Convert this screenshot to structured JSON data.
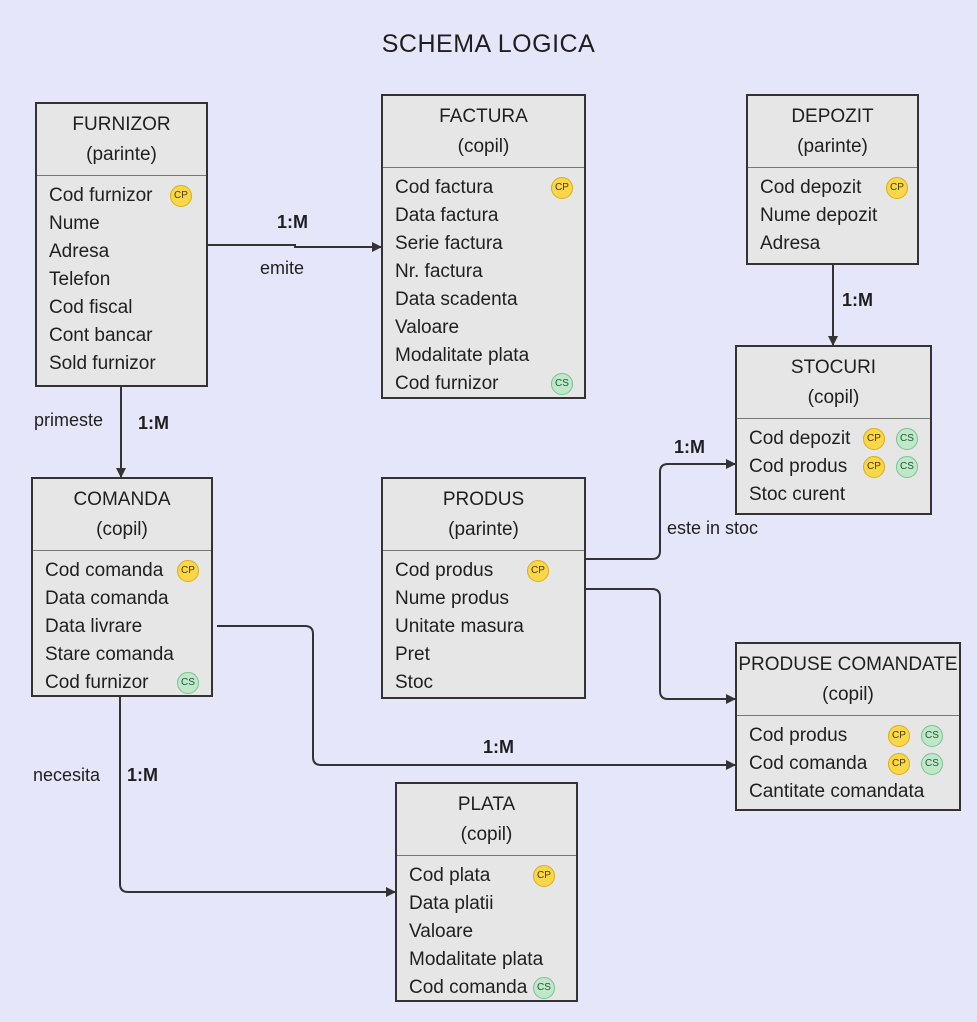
{
  "title": "SCHEMA LOGICA",
  "colors": {
    "background": "#e6e6fa",
    "entity_fill": "#e6e6e6",
    "primary_key": "#fad648",
    "foreign_key": "#bfe8c9"
  },
  "entities": {
    "furnizor": {
      "name": "FURNIZOR",
      "role": "(parinte)",
      "attrs": [
        {
          "name": "Cod furnizor",
          "keys": [
            "CP"
          ]
        },
        {
          "name": "Nume",
          "keys": []
        },
        {
          "name": "Adresa",
          "keys": []
        },
        {
          "name": "Telefon",
          "keys": []
        },
        {
          "name": "Cod fiscal",
          "keys": []
        },
        {
          "name": "Cont bancar",
          "keys": []
        },
        {
          "name": "Sold furnizor",
          "keys": []
        }
      ]
    },
    "factura": {
      "name": "FACTURA",
      "role": "(copil)",
      "attrs": [
        {
          "name": "Cod factura",
          "keys": [
            "CP"
          ]
        },
        {
          "name": "Data factura",
          "keys": []
        },
        {
          "name": "Serie factura",
          "keys": []
        },
        {
          "name": "Nr. factura",
          "keys": []
        },
        {
          "name": "Data scadenta",
          "keys": []
        },
        {
          "name": "Valoare",
          "keys": []
        },
        {
          "name": "Modalitate plata",
          "keys": []
        },
        {
          "name": "Cod furnizor",
          "keys": [
            "CS"
          ]
        }
      ]
    },
    "depozit": {
      "name": "DEPOZIT",
      "role": "(parinte)",
      "attrs": [
        {
          "name": "Cod depozit",
          "keys": [
            "CP"
          ]
        },
        {
          "name": "Nume depozit",
          "keys": []
        },
        {
          "name": "Adresa",
          "keys": []
        }
      ]
    },
    "stocuri": {
      "name": "STOCURI",
      "role": "(copil)",
      "attrs": [
        {
          "name": "Cod depozit",
          "keys": [
            "CP",
            "CS"
          ]
        },
        {
          "name": "Cod produs",
          "keys": [
            "CP",
            "CS"
          ]
        },
        {
          "name": "Stoc curent",
          "keys": []
        }
      ]
    },
    "comanda": {
      "name": "COMANDA",
      "role": "(copil)",
      "attrs": [
        {
          "name": "Cod comanda",
          "keys": [
            "CP"
          ]
        },
        {
          "name": "Data comanda",
          "keys": []
        },
        {
          "name": "Data livrare",
          "keys": []
        },
        {
          "name": "Stare comanda",
          "keys": []
        },
        {
          "name": "Cod furnizor",
          "keys": [
            "CS"
          ]
        }
      ]
    },
    "produs": {
      "name": "PRODUS",
      "role": "(parinte)",
      "attrs": [
        {
          "name": "Cod produs",
          "keys": [
            "CP"
          ]
        },
        {
          "name": "Nume produs",
          "keys": []
        },
        {
          "name": "Unitate masura",
          "keys": []
        },
        {
          "name": "Pret",
          "keys": []
        },
        {
          "name": "Stoc",
          "keys": []
        }
      ]
    },
    "produse_comandate": {
      "name": "PRODUSE COMANDATE",
      "role": "(copil)",
      "attrs": [
        {
          "name": "Cod produs",
          "keys": [
            "CP",
            "CS"
          ]
        },
        {
          "name": "Cod comanda",
          "keys": [
            "CP",
            "CS"
          ]
        },
        {
          "name": "Cantitate comandata",
          "keys": []
        }
      ]
    },
    "plata": {
      "name": "PLATA",
      "role": "(copil)",
      "attrs": [
        {
          "name": "Cod plata",
          "keys": [
            "CP"
          ]
        },
        {
          "name": "Data platii",
          "keys": []
        },
        {
          "name": "Valoare",
          "keys": []
        },
        {
          "name": "Modalitate plata",
          "keys": []
        },
        {
          "name": "Cod comanda",
          "keys": [
            "CS"
          ]
        }
      ]
    }
  },
  "relationships": [
    {
      "id": "furnizor-factura",
      "from": "FURNIZOR",
      "to": "FACTURA",
      "cardinality": "1:M",
      "label": "emite"
    },
    {
      "id": "furnizor-comanda",
      "from": "FURNIZOR",
      "to": "COMANDA",
      "cardinality": "1:M",
      "label": "primeste"
    },
    {
      "id": "depozit-stocuri",
      "from": "DEPOZIT",
      "to": "STOCURI",
      "cardinality": "1:M",
      "label": ""
    },
    {
      "id": "produs-stocuri",
      "from": "PRODUS",
      "to": "STOCURI",
      "cardinality": "1:M",
      "label": "este in stoc"
    },
    {
      "id": "comanda-produse",
      "from": "COMANDA",
      "to": "PRODUSE COMANDATE",
      "cardinality": "1:M",
      "label": ""
    },
    {
      "id": "produs-produse",
      "from": "PRODUS",
      "to": "PRODUSE COMANDATE",
      "cardinality": "",
      "label": ""
    },
    {
      "id": "comanda-plata",
      "from": "COMANDA",
      "to": "PLATA",
      "cardinality": "1:M",
      "label": "necesita"
    }
  ]
}
